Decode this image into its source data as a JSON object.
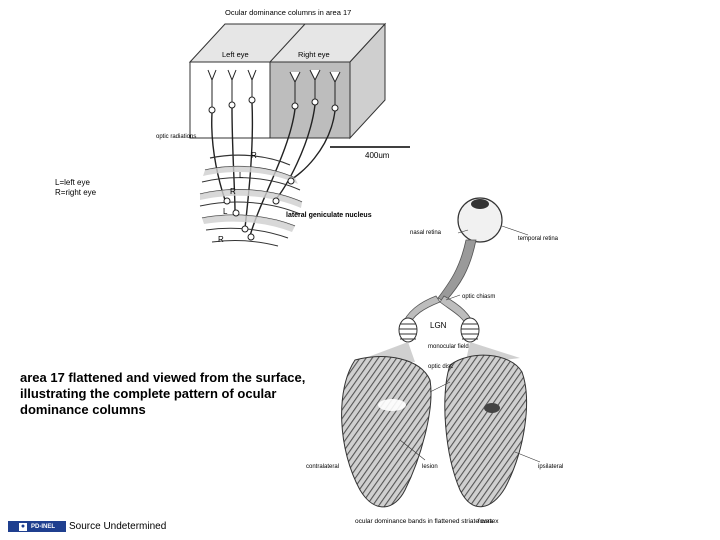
{
  "figure_top": {
    "title": "Ocular dominance columns in area 17",
    "left_eye": "Left eye",
    "right_eye": "Right eye",
    "optic_radiations": "optic radiations",
    "scale": "400um",
    "lgn_label": "lateral geniculate nucleus",
    "layer_labels": [
      "R",
      "L",
      "R",
      "L",
      "R"
    ]
  },
  "legend": {
    "line1": "L=left eye",
    "line2": "R=right eye"
  },
  "figure_bottom": {
    "nasal_retina": "nasal retina",
    "temporal_retina": "temporal retina",
    "optic_chiasm": "optic chiasm",
    "lgn": "LGN",
    "monocular_field": "monocular field",
    "optic_disc": "optic disc",
    "contralateral": "contralateral",
    "ipsilateral": "ipsilateral",
    "lesion_label": "lesion",
    "fovea": "fovea",
    "bands_caption": "ocular dominance bands in flattened striate cortex"
  },
  "caption": "area 17 flattened and viewed from the surface, illustrating the complete pattern of ocular dominance columns",
  "footer": {
    "logo_text": "PD-INEL",
    "source": "Source Undetermined"
  }
}
